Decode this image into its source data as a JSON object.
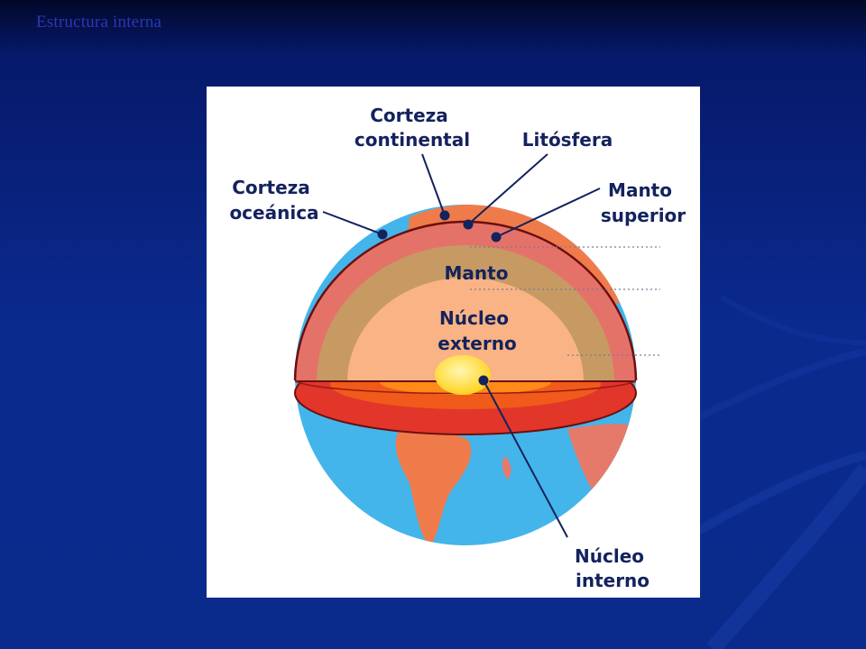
{
  "slide": {
    "title": "Estructura interna"
  },
  "diagram": {
    "labels": {
      "corteza_continental": [
        "Corteza",
        "continental"
      ],
      "litosfera": [
        "Litósfera"
      ],
      "corteza_oceanica": [
        "Corteza",
        "oceánica"
      ],
      "manto_superior": [
        "Manto",
        "superior"
      ],
      "manto": [
        "Manto"
      ],
      "nucleo_externo": [
        "Núcleo",
        "externo"
      ],
      "nucleo_interno": [
        "Núcleo",
        "interno"
      ]
    }
  },
  "colors": {
    "background": "#0b2a8e",
    "ocean": "#43b5ea",
    "continent": "#f07b4a",
    "crust": "#e57268",
    "mantle": "#c79a63",
    "outer_core": "#f9b384",
    "inner_core": "#ffe04a",
    "label": "#14225e"
  }
}
